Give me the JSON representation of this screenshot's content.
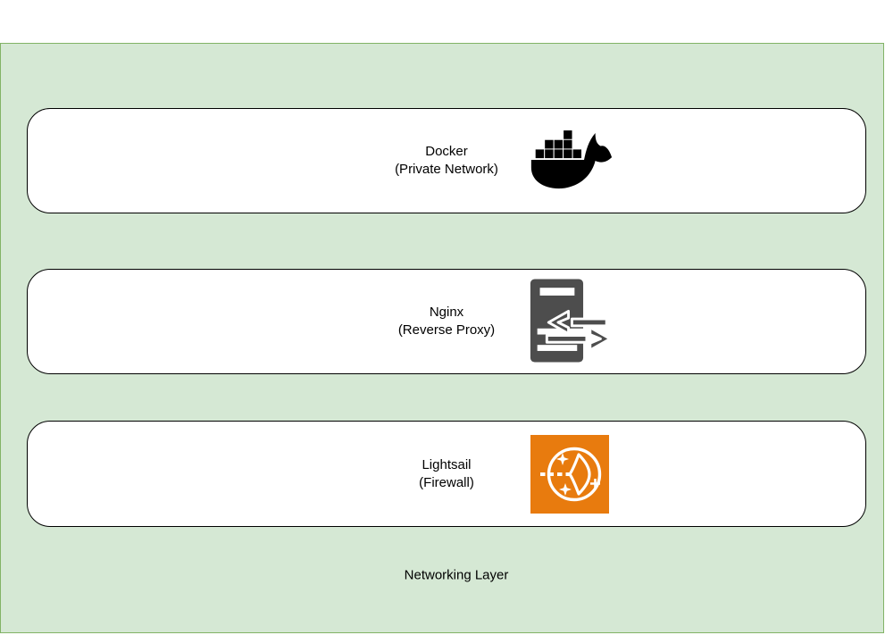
{
  "diagram": {
    "container": {
      "label": "Networking Layer",
      "fill": "#d5e8d4",
      "border_color": "#82b366"
    },
    "nodes": [
      {
        "title": "Docker",
        "subtitle": "(Private Network)",
        "icon": "docker-whale-icon"
      },
      {
        "title": "Nginx",
        "subtitle": "(Reverse Proxy)",
        "icon": "reverse-proxy-icon"
      },
      {
        "title": "Lightsail",
        "subtitle": "(Firewall)",
        "icon": "lightsail-icon"
      }
    ],
    "colors": {
      "docker_icon": "#000000",
      "nginx_icon": "#4d4d4d",
      "lightsail_bg": "#e87b0e",
      "icon_detail": "#ffffff",
      "node_fill": "#ffffff",
      "node_border": "#000000",
      "text": "#000000",
      "canvas_bg": "#ffffff"
    }
  }
}
